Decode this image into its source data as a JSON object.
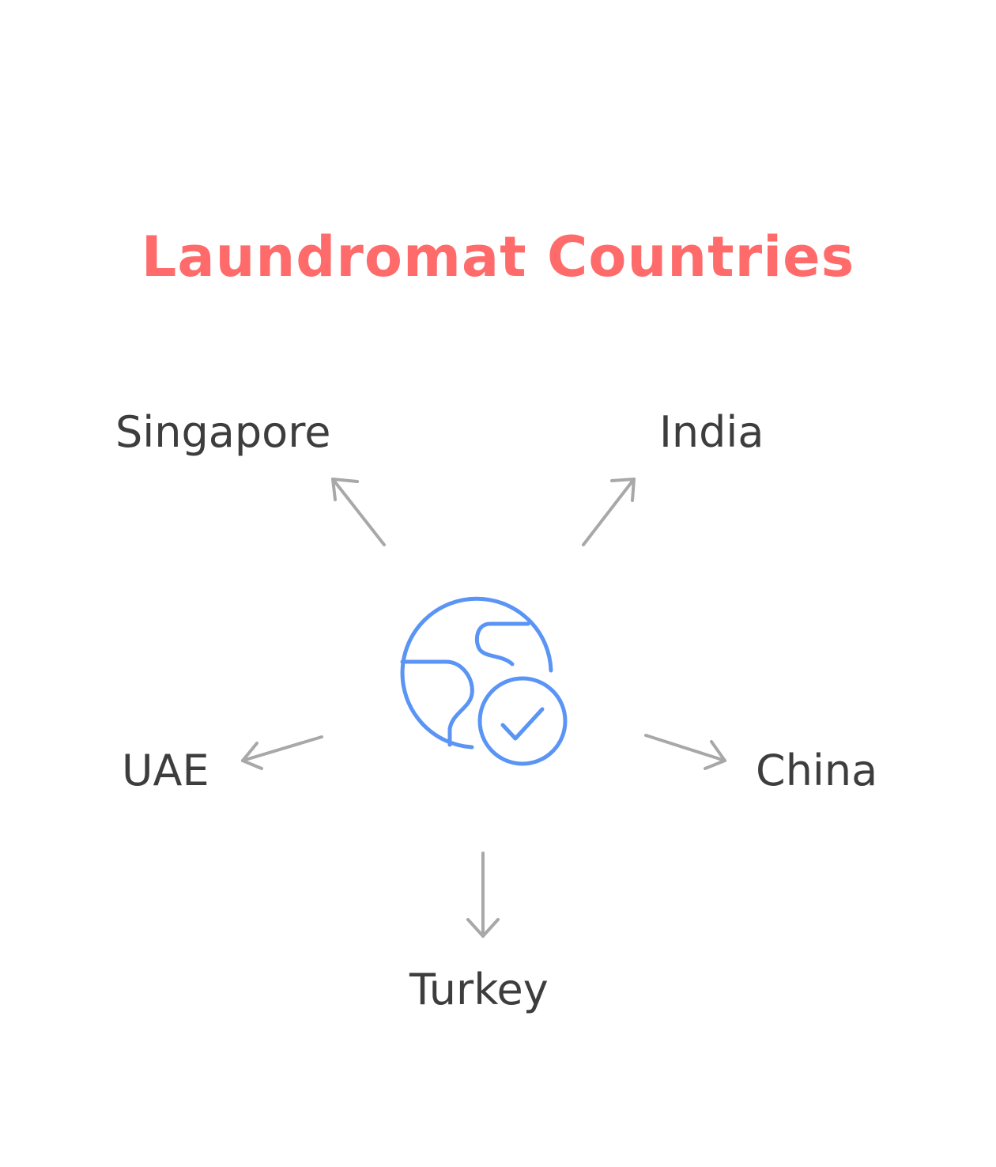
{
  "title": "Laundromat Countries",
  "center_icon": "globe-check-icon",
  "countries": [
    "Singapore",
    "India",
    "UAE",
    "China",
    "Turkey"
  ],
  "colors": {
    "title": "#ff6b6b",
    "icon": "#5a94f5",
    "arrow": "#a8a8a8",
    "label": "#3d3d3d"
  }
}
